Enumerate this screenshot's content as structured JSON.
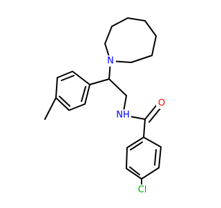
{
  "molecule": {
    "atoms": {
      "amine_n": {
        "symbol": "N",
        "color": "#0000ff"
      },
      "amide_nh": {
        "symbol": "NH",
        "color": "#0000ff"
      },
      "carbonyl_o": {
        "symbol": "O",
        "color": "#ff0000"
      },
      "chlorine": {
        "symbol": "Cl",
        "color": "#00aa00"
      }
    }
  }
}
